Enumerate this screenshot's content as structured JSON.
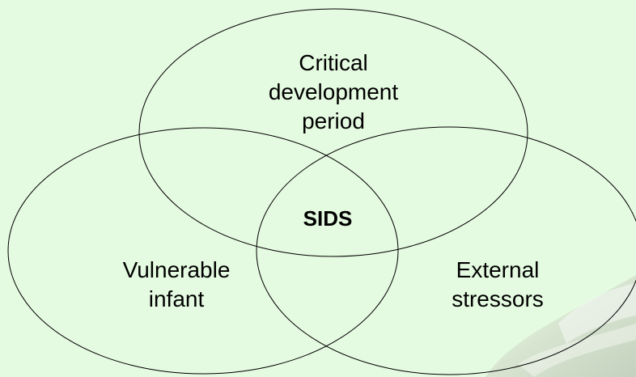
{
  "diagram": {
    "type": "venn",
    "circles": [
      {
        "id": "top",
        "lines": [
          "Critical",
          "development",
          "period"
        ]
      },
      {
        "id": "left",
        "lines": [
          "Vulnerable",
          "infant"
        ]
      },
      {
        "id": "right",
        "lines": [
          "External",
          "stressors"
        ]
      }
    ],
    "center": "SIDS"
  },
  "colors": {
    "background": "#e5fbe1",
    "stroke": "#000000"
  }
}
